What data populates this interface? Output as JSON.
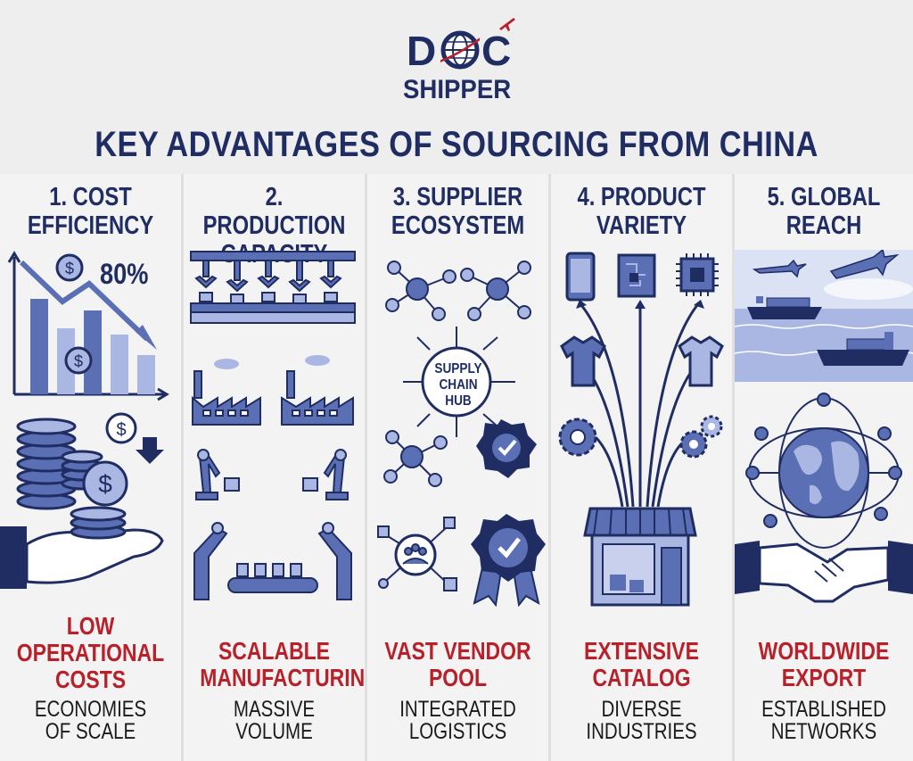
{
  "brand": {
    "logo_top": "DOC",
    "logo_bottom": "SHIPPER"
  },
  "title": "KEY ADVANTAGES OF SOURCING FROM CHINA",
  "columns": [
    {
      "title_line1": "1. COST",
      "title_line2": "EFFICIENCY",
      "stat": "80%",
      "highlight_line1": "LOW",
      "highlight_line2": "OPERATIONAL",
      "highlight_line3": "COSTS",
      "sub_line1": "ECONOMIES",
      "sub_line2": "OF SCALE"
    },
    {
      "title_line1": "2. PRODUCTION",
      "title_line2": "CAPACITY",
      "highlight_line1": "SCALABLE",
      "highlight_line2": "MANUFACTURING",
      "sub_line1": "MASSIVE",
      "sub_line2": "VOLUME"
    },
    {
      "title_line1": "3. SUPPLIER",
      "title_line2": "ECOSYSTEM",
      "hub_line1": "SUPPLY",
      "hub_line2": "CHAIN",
      "hub_line3": "HUB",
      "highlight_line1": "VAST VENDOR",
      "highlight_line2": "POOL",
      "sub_line1": "INTEGRATED",
      "sub_line2": "LOGISTICS"
    },
    {
      "title_line1": "4. PRODUCT",
      "title_line2": "VARIETY",
      "highlight_line1": "EXTENSIVE",
      "highlight_line2": "CATALOG",
      "sub_line1": "DIVERSE",
      "sub_line2": "INDUSTRIES"
    },
    {
      "title_line1": "5. GLOBAL",
      "title_line2": "REACH",
      "highlight_line1": "WORLDWIDE",
      "highlight_line2": "EXPORT",
      "sub_line1": "ESTABLISHED",
      "sub_line2": "NETWORKS"
    }
  ],
  "colors": {
    "navy": "#1f2d63",
    "mid_blue": "#5a6fb4",
    "light_blue": "#aab7e2",
    "red": "#b8202a"
  }
}
